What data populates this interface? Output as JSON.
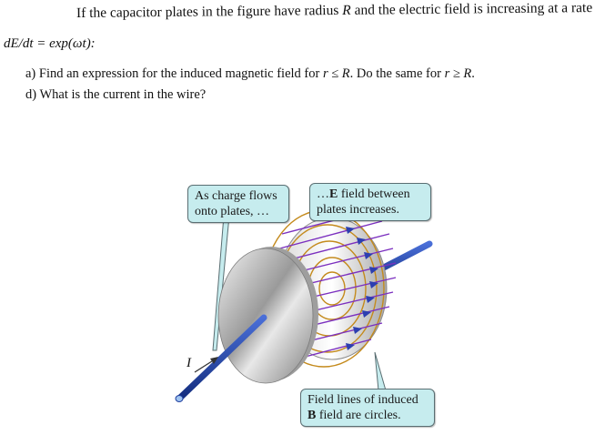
{
  "question": {
    "line1": "If the capacitor plates in the figure have radius R and the electric field is increasing at a rate",
    "line1_parts": [
      "If the capacitor plates in the figure have radius ",
      "R",
      " and the electric field is increasing at a rate"
    ],
    "line2": "dE/dt = exp(ωt):",
    "part_a": {
      "prefix": "a) Find an expression for the induced magnetic field for ",
      "cond1": "r ≤ R",
      "mid": ". Do the same for ",
      "cond2": "r ≥ R",
      "suffix": "."
    },
    "part_d": "d) What is the current in the wire?"
  },
  "figure": {
    "callout_left": [
      "As charge flows",
      "onto plates, …"
    ],
    "callout_right": {
      "prefix": "…",
      "bold": "E",
      "rest1": " field between",
      "line2": "plates increases."
    },
    "callout_bottom": {
      "line1": "Field lines of induced",
      "bold": "B",
      "rest2": " field are circles."
    },
    "current_label": "I",
    "colors": {
      "callout_bg": "#c6ecee",
      "wire": "#1f3f9e",
      "e_field": "#7b2fbf",
      "b_field": "#c48a1c",
      "plate": "#b8b8b8"
    }
  }
}
